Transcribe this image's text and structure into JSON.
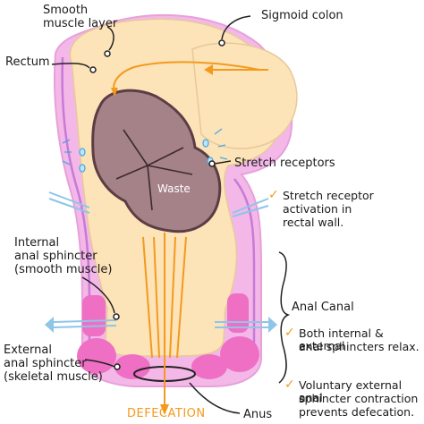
{
  "labels": {
    "smooth_muscle_line1": "Smooth",
    "smooth_muscle_line2": "muscle layer",
    "sigmoid_colon": "Sigmoid colon",
    "rectum": "Rectum",
    "stretch_receptors": "Stretch receptors",
    "waste": "Waste",
    "internal_line1": "Internal",
    "internal_line2": "anal sphincter",
    "internal_line3": "(smooth muscle)",
    "external_line1": "External",
    "external_line2": "anal sphincter",
    "external_line3": "(skeletal muscle)",
    "anal_canal": "Anal Canal",
    "anus": "Anus",
    "defecation": "DEFECATION"
  },
  "notes": {
    "stretch_line1": "Stretch receptor",
    "stretch_line2": "activation in",
    "stretch_line3": "rectal wall.",
    "relax_line1": "Both internal & external",
    "relax_line2": "anal sphincters relax.",
    "voluntary_line1": "Voluntary external anal",
    "voluntary_line2": "sphincter contraction",
    "voluntary_line3": "prevents defecation."
  },
  "checkmark": "✓",
  "colors": {
    "muscle_wall": "#f3b8e8",
    "lumen": "#fde3b8",
    "waste": "#a58288",
    "sphincter": "#ef6fc4",
    "arrow_orange": "#f39a1e",
    "arrow_blue": "#8ec5e8",
    "text": "#1a1a1a"
  }
}
